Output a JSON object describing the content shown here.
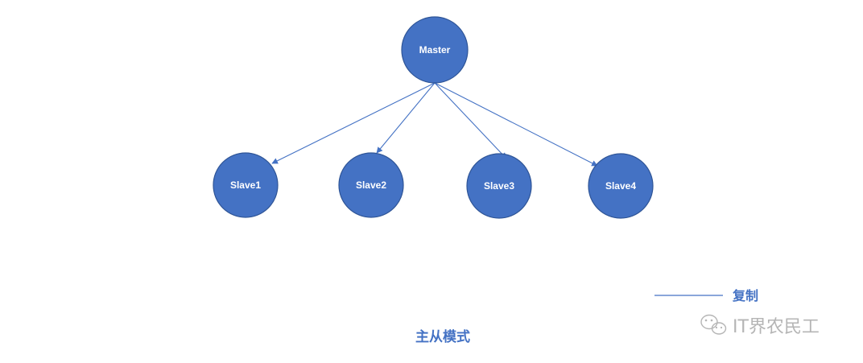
{
  "nodes": {
    "master": {
      "label": "Master"
    },
    "slave1": {
      "label": "Slave1"
    },
    "slave2": {
      "label": "Slave2"
    },
    "slave3": {
      "label": "Slave3"
    },
    "slave4": {
      "label": "Slave4"
    }
  },
  "edges": [
    {
      "from": "Master",
      "to": "Slave1"
    },
    {
      "from": "Master",
      "to": "Slave2"
    },
    {
      "from": "Master",
      "to": "Slave3"
    },
    {
      "from": "Master",
      "to": "Slave4"
    }
  ],
  "legend": {
    "label": "复制"
  },
  "caption": "主从模式",
  "watermark": {
    "text": "IT界农民工",
    "icon": "wechat-icon"
  },
  "colors": {
    "node_fill": "#4472C4",
    "text_accent": "#4472C4",
    "watermark": "#b5b5b5"
  }
}
